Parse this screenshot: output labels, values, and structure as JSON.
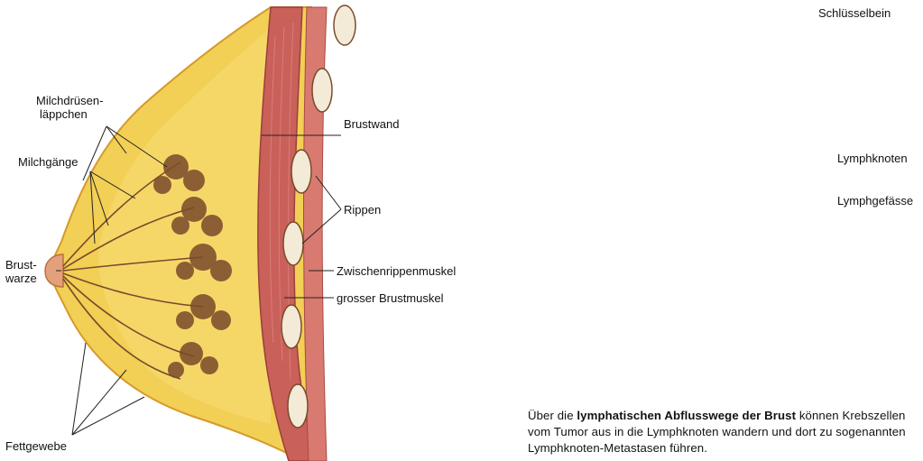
{
  "left_figure": {
    "labels": {
      "milchdruesen": [
        "Milchdrüsen-",
        "läppchen"
      ],
      "milchgaenge": "Milchgänge",
      "brustwarze": [
        "Brust-",
        "warze"
      ],
      "fettgewebe": "Fettgewebe",
      "brustwand": "Brustwand",
      "rippen": "Rippen",
      "zwischenrippenmuskel": "Zwischenrippenmuskel",
      "brustmuskel": "grosser Brustmuskel"
    }
  },
  "right_figure": {
    "labels": {
      "schluesselbein": "Schlüsselbein",
      "lymphknoten": "Lymphknoten",
      "lymphgefaesse": "Lymphgefässe"
    }
  },
  "caption": {
    "part1": "Über die ",
    "bold": "lymphatischen Abflusswege der Brust",
    "part2": " können Krebszellen vom Tumor aus in die Lymphknoten wandern und dort zu sogenannten Lymphknoten-Metastasen führen."
  },
  "colors": {
    "fat": "#f2cf55",
    "fat_dark": "#d9a62c",
    "gland": "#7a4a2a",
    "muscle": "#c9605a",
    "rib": "#f3ead8",
    "skin": "#f6e3d0",
    "lymph": "#c9a24a"
  }
}
